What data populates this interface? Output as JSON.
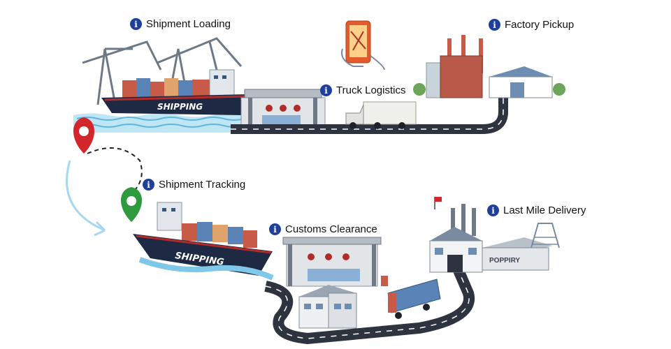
{
  "steps": [
    {
      "label": "Shipment Loading"
    },
    {
      "label": "Factory Pickup"
    },
    {
      "label": "Truck Logistics"
    },
    {
      "label": "Shipment Tracking"
    },
    {
      "label": "Customs Clearance"
    },
    {
      "label": "Last Mile Delivery"
    }
  ],
  "ship_text": "SHIPPING",
  "warehouse_text": "POPPIRY",
  "icons": {
    "info": "info-icon",
    "start_pin": "map-pin-red",
    "end_pin": "map-pin-green",
    "phone": "smartphone-hand-icon"
  },
  "colors": {
    "info": "#1f3f9c",
    "road": "#2d3440",
    "water": "#7fc8e8",
    "ship_hull": "#1e2a44",
    "pin_start": "#d3262b",
    "pin_end": "#2e9a3e",
    "arrow": "#a8d8f0"
  }
}
